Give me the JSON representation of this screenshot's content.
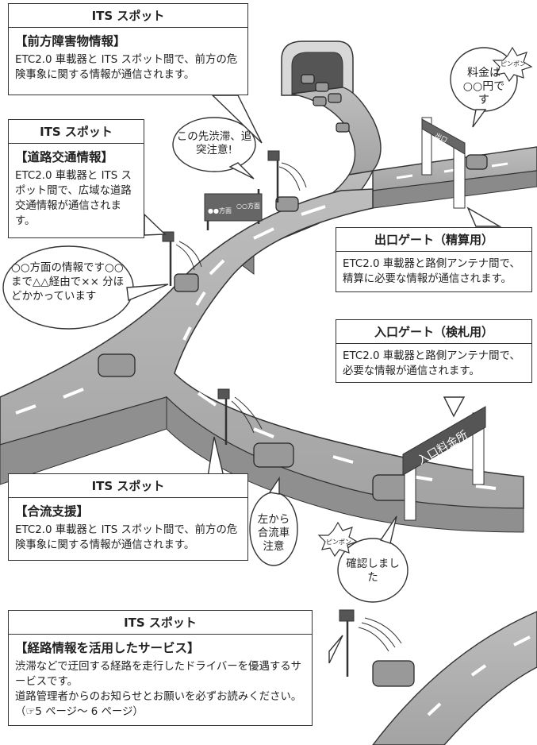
{
  "spot_top": {
    "title": "ITS スポット",
    "subtitle": "【前方障害物情報】",
    "text": "ETC2.0 車載器と ITS スポット間で、前方の危険事象に関する情報が通信されます。"
  },
  "spot_road": {
    "title": "ITS スポット",
    "subtitle": "【道路交通情報】",
    "text": "ETC2.0 車載器と ITS スポット間で、広域な道路交通情報が通信されます。"
  },
  "exit_gate": {
    "title": "出口ゲート（精算用）",
    "text": "ETC2.0 車載器と路側アンテナ間で、精算に必要な情報が通信されます。"
  },
  "entry_gate": {
    "title": "入口ゲート（検札用）",
    "text": "ETC2.0 車載器と路側アンテナ間で、必要な情報が通信されます。"
  },
  "spot_merge": {
    "title": "ITS スポット",
    "subtitle": "【合流支援】",
    "text": "ETC2.0 車載器と ITS スポット間で、前方の危険事象に関する情報が通信されます。"
  },
  "spot_route": {
    "title": "ITS スポット",
    "subtitle": "【経路情報を活用したサービス】",
    "text1": "渋滞などで迂回する経路を走行したドライバーを優遇するサービスです。",
    "text2": "道路管理者からのお知らせとお願いを必ずお読みください。（☞5 ページ～ 6 ページ）"
  },
  "bubbles": {
    "jam": "この先渋滞、追突注意!",
    "fare": "料金は○○円です",
    "pinpon1": "ピンポン",
    "pinpon2": "ピンポン",
    "route_info": "○○方面の情報です○○まで△△経由で×× 分ほどかかっています",
    "merge": "左から合流車注意",
    "confirm": "確認しました"
  },
  "signs": {
    "entry_gate_sign": "入口料金所",
    "exit_gate_sign": "出口",
    "direction_a": "●●方面",
    "direction_b": "○○方面"
  }
}
